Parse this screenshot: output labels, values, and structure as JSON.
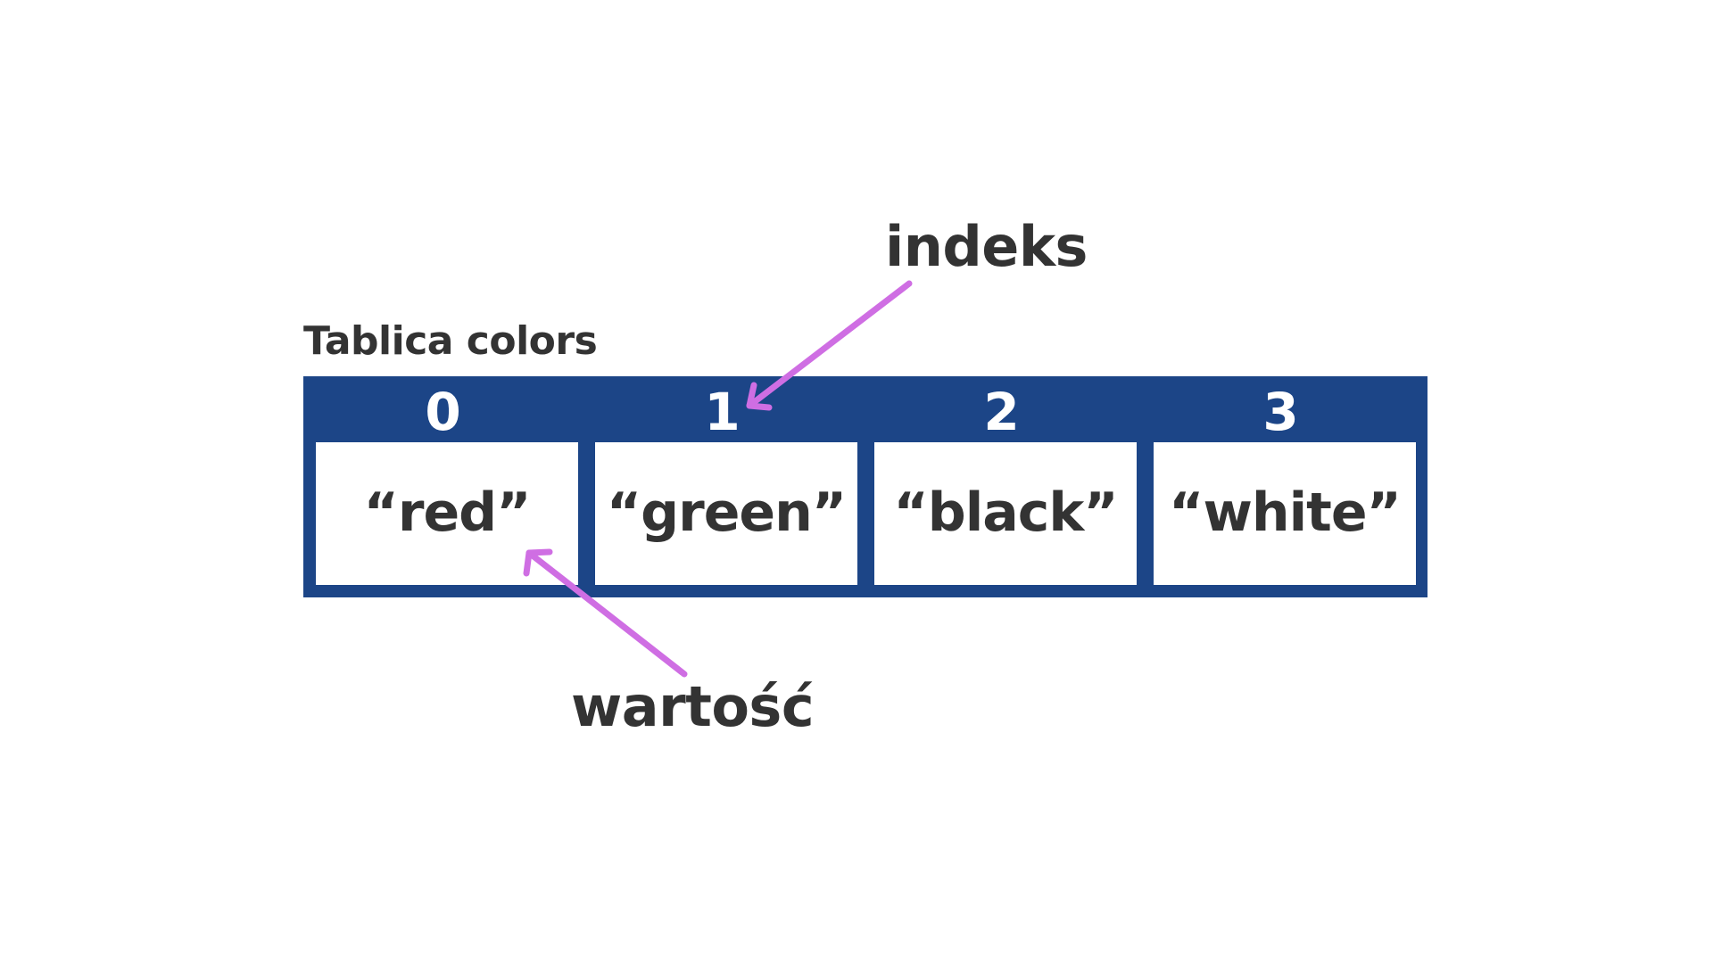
{
  "caption": "Tablica colors",
  "colors": {
    "array_fill": "#1c4587",
    "text_dark": "#333333",
    "index_text": "#ffffff",
    "arrow": "#cf6ee3"
  },
  "cells": [
    {
      "index": "0",
      "value": "“red”"
    },
    {
      "index": "1",
      "value": "“green”"
    },
    {
      "index": "2",
      "value": "“black”"
    },
    {
      "index": "3",
      "value": "“white”"
    }
  ],
  "annotations": {
    "index_label": "indeks",
    "value_label": "wartość"
  }
}
